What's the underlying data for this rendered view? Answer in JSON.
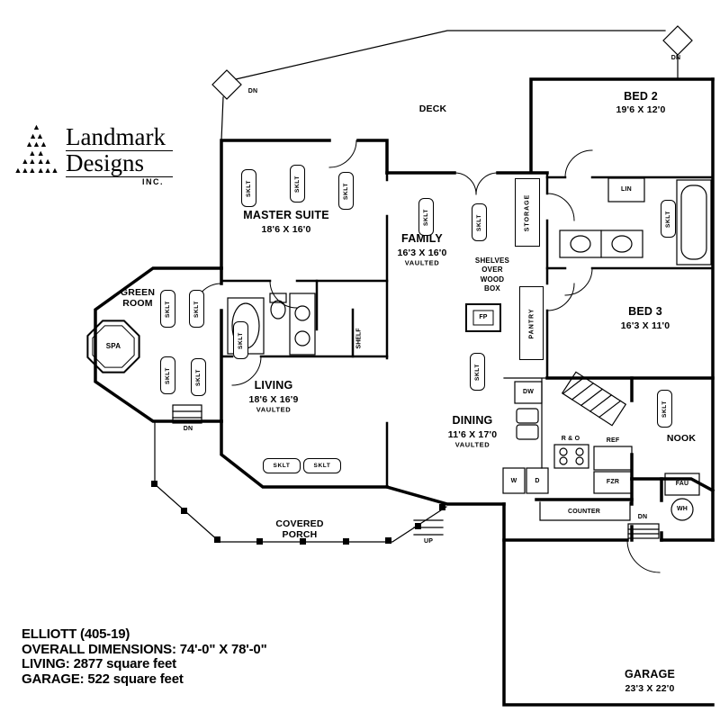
{
  "logo": {
    "name_line1": "Landmark",
    "name_line2": "Designs",
    "inc": "INC.",
    "mark": "▲\n▲▲\n▲▲▲\n▲ ▲\n▲▲ ▲▲\n▲▲▲ ▲▲▲"
  },
  "info": {
    "title": "ELLIOTT (405-19)",
    "dimensions": "OVERALL DIMENSIONS: 74'-0\" X 78'-0\"",
    "living": "LIVING: 2877 square feet",
    "garage": "GARAGE: 522 square feet"
  },
  "rooms": {
    "deck": "DECK",
    "bed2": "BED 2",
    "bed2_dims": "19'6 X 12'0",
    "master": "MASTER SUITE",
    "master_dims": "18'6 X 16'0",
    "family": "FAMILY",
    "family_dims": "16'3 X 16'0",
    "bed3": "BED 3",
    "bed3_dims": "16'3 X 11'0",
    "green_room": "GREEN\nROOM",
    "spa": "SPA",
    "living": "LIVING",
    "living_dims": "18'6 X 16'9",
    "dining": "DINING",
    "dining_dims": "11'6 X 17'0",
    "nook": "NOOK",
    "porch": "COVERED\nPORCH",
    "garage": "GARAGE",
    "garage_dims": "23'3 X 22'0",
    "vaulted": "VAULTED"
  },
  "features": {
    "storage": "STORAGE",
    "pantry": "PANTRY",
    "lin": "LIN",
    "shelves_note": "SHELVES\nOVER\nWOOD\nBOX",
    "fp": "FP",
    "shelf": "SHELF",
    "sklt": "SKLT",
    "dn": "DN",
    "up": "UP",
    "dw": "DW",
    "ro": "R & O",
    "ref": "REF",
    "fzr": "FZR",
    "w": "W",
    "d": "D",
    "counter": "COUNTER",
    "fau": "FAU",
    "wh": "WH"
  }
}
